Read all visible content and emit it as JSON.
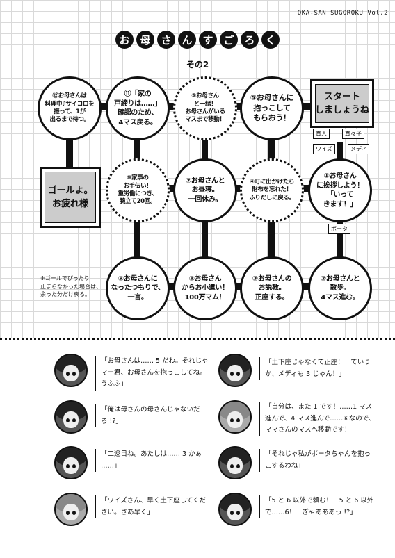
{
  "header": {
    "tag": "OKA-SAN SUGOROKU Vol.2",
    "title_chars": [
      "お",
      "母",
      "さ",
      "ん",
      "す",
      "ご",
      "ろ",
      "く"
    ],
    "subtitle": "その2"
  },
  "board": {
    "start": "スタート\nしましょうね",
    "goal": "ゴールよ。\nお疲れ様",
    "start_tags": [
      "真人",
      "真々子",
      "ワイズ",
      "メディ"
    ],
    "porta_tag": "ポータ",
    "spaces": {
      "s1": "①お母さん\nに挨拶しよう！\n「いって\nきます！」",
      "s2": "②お母さんと\n散歩。\n4マス進む。",
      "s3": "③お母さんの\nお説教。\n正座する。",
      "s4": "④町に出かけたら\n財布を忘れた！\nふりだしに戻る。",
      "s5": "⑤お母さんに\n抱っこして\nもらおう！",
      "s6": "⑥お母さん\nと一緒！\nお母さんがいる\nマスまで移動！",
      "s7": "⑦お母さんと\nお昼寝。\n一回休み。",
      "s8": "⑧お母さん\nからお小遣い！\n100万マム！",
      "s9": "⑨お母さんに\nなったつもりで、\n一言。",
      "s10": "⑩家事の\nお手伝い！\n重労働につき、\n腕立て20回。",
      "s11": "⑪「家の\n戸締りは……」\n確認のため、\n4マス戻る。",
      "s12": "⑫お母さんは\n料理中♪サイコロを\n振って、1が\n出るまで待つ。"
    },
    "note": "※ゴールでぴったり\n止まらなかった場合は、\n余った分だけ戻る。"
  },
  "dialog": {
    "left": [
      "「お母さんは…… 5 だわ。それじゃ\nマー君、お母さんを抱っこしてね。\nうふふ」",
      "「俺は母さんの母さんじゃないだ\nろ !?」",
      "「二巡目ね。あたしは…… 3 かぁ\n……」",
      "「ワイズさん、早く土下座してくだ\nさい。さあ早く」"
    ],
    "right": [
      "「土下座じゃなくて正座！　ていう\nか、メディも 3 じゃん！」",
      "「自分は、また 1 です！……1 マス\n進んで、4 マス進んで……⑥なので、\nママさんのマスへ移動です！」",
      "「それじゃ私がポータちゃんを抱っ\nこするわね」",
      "「5 と 6 以外で頼む！　5 と 6 以外\nで……6！　ぎゃあああっ !?」"
    ]
  }
}
